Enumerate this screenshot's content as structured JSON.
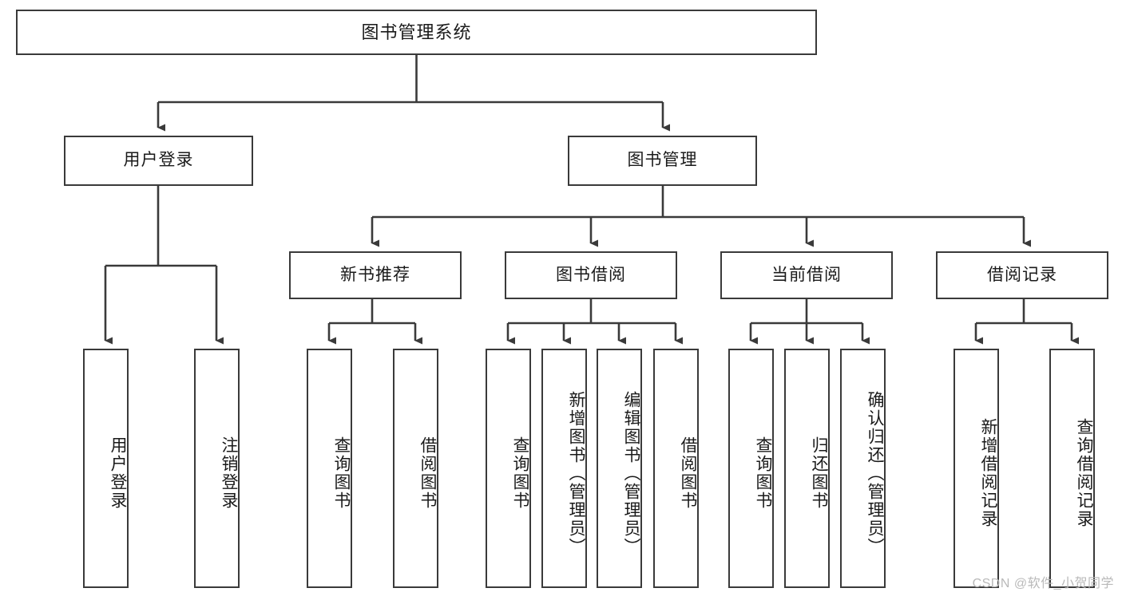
{
  "diagram": {
    "title": "图书管理系统",
    "type": "tree",
    "watermark": "CSDN @软件_小贺同学",
    "colors": {
      "box_border": "#3a3a3a",
      "box_fill": "#ffffff",
      "connector": "#3a3a3a",
      "text": "#1a1a1a",
      "watermark": "#b9b9b9"
    },
    "root": {
      "label": "图书管理系统",
      "children": [
        {
          "label": "用户登录",
          "children": [
            {
              "label": "用户登录"
            },
            {
              "label": "注销登录"
            }
          ]
        },
        {
          "label": "图书管理",
          "children": [
            {
              "label": "新书推荐",
              "children": [
                {
                  "label": "查询图书"
                },
                {
                  "label": "借阅图书"
                }
              ]
            },
            {
              "label": "图书借阅",
              "children": [
                {
                  "label": "查询图书"
                },
                {
                  "label": "新增图书（管理员）"
                },
                {
                  "label": "编辑图书（管理员）"
                },
                {
                  "label": "借阅图书"
                }
              ]
            },
            {
              "label": "当前借阅",
              "children": [
                {
                  "label": "查询图书"
                },
                {
                  "label": "归还图书"
                },
                {
                  "label": "确认归还（管理员）"
                }
              ]
            },
            {
              "label": "借阅记录",
              "children": [
                {
                  "label": "新增借阅记录"
                },
                {
                  "label": "查询借阅记录"
                }
              ]
            }
          ]
        }
      ]
    },
    "nodes": {
      "root": "图书管理系统",
      "l2_user_login": "用户登录",
      "l2_book_manage": "图书管理",
      "l3_new_book": "新书推荐",
      "l3_borrow": "图书借阅",
      "l3_current": "当前借阅",
      "l3_record": "借阅记录",
      "leaf_user_login": "用户登录",
      "leaf_logout": "注销登录",
      "leaf_query_book_1": "查询图书",
      "leaf_borrow_book_1": "借阅图书",
      "leaf_query_book_2": "查询图书",
      "leaf_add_book": "新增图书（管理员）",
      "leaf_edit_book": "编辑图书（管理员）",
      "leaf_borrow_book_2": "借阅图书",
      "leaf_query_book_3": "查询图书",
      "leaf_return_book": "归还图书",
      "leaf_confirm_return": "确认归还（管理员）",
      "leaf_add_record": "新增借阅记录",
      "leaf_query_record": "查询借阅记录"
    }
  }
}
